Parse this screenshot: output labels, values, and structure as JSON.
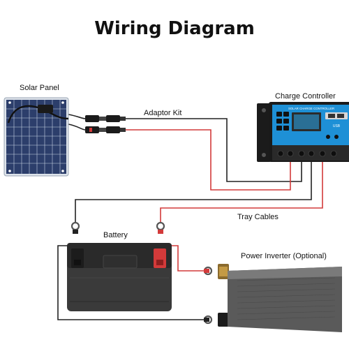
{
  "title": "Wiring Diagram",
  "labels": {
    "solar_panel": "Solar Panel",
    "adaptor_kit": "Adaptor Kit",
    "charge_controller": "Charge Controller",
    "controller_screen": "SOLAR CHARGE CONTROLLER",
    "usb": "USB",
    "tray_cables": "Tray Cables",
    "battery": "Battery",
    "power_inverter": "Power Inverter (Optional)"
  },
  "colors": {
    "wire_positive": "#d23a3a",
    "wire_negative": "#222222",
    "controller_blue": "#1e90d6",
    "panel_blue": "#2c3e6b",
    "battery_body": "#3a3a3a",
    "inverter_body": "#5a5a5a"
  }
}
